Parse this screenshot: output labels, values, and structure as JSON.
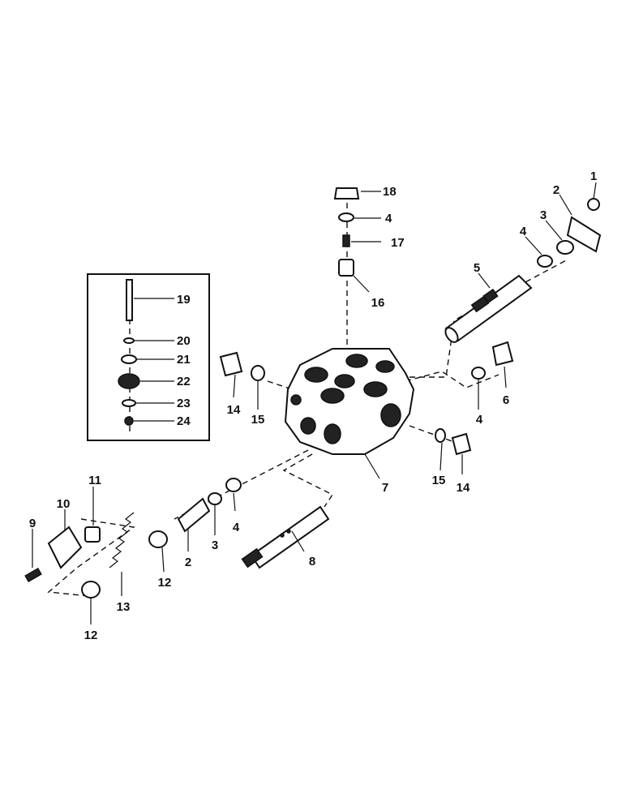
{
  "callouts": [
    "1",
    "2",
    "3",
    "4",
    "5",
    "6",
    "7",
    "8",
    "9",
    "10",
    "11",
    "12",
    "13",
    "14",
    "15",
    "16",
    "17",
    "18",
    "19",
    "20",
    "21",
    "22",
    "23",
    "24"
  ],
  "inset_box": {
    "visible": true
  }
}
